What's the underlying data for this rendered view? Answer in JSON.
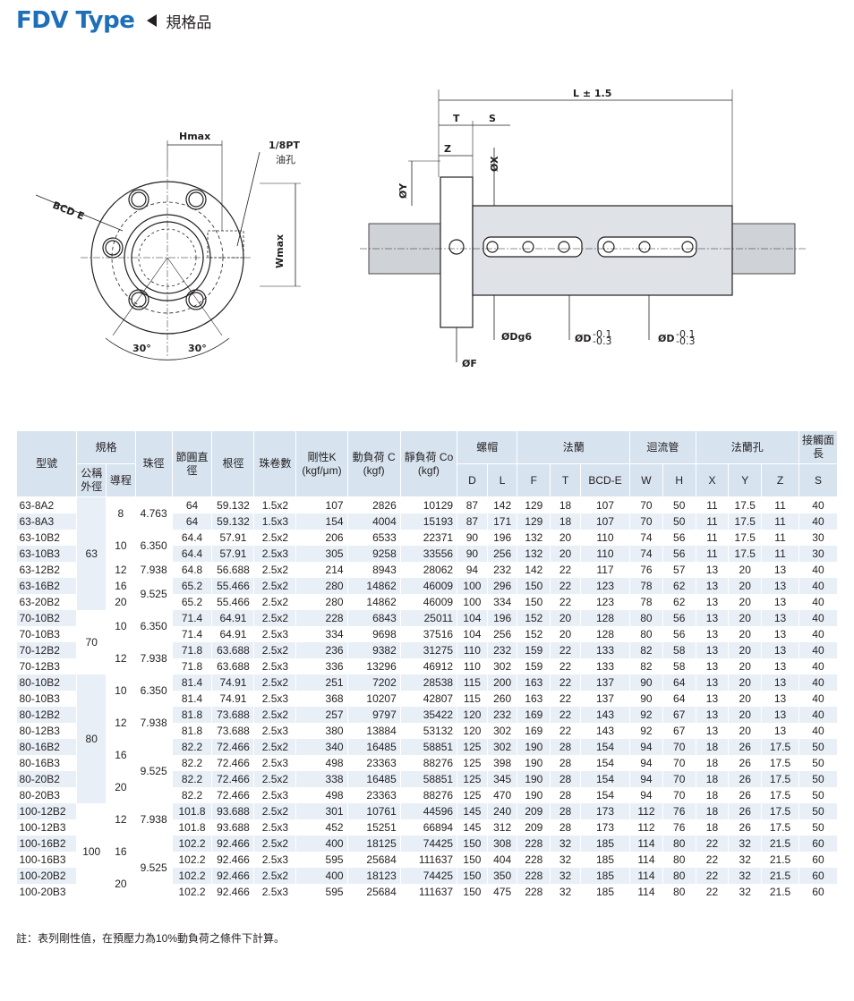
{
  "header": {
    "title": "FDV Type",
    "subtitle": "規格品"
  },
  "drawing": {
    "hmax": "Hmax",
    "pt": "1/8PT",
    "oil": "油孔",
    "bcd": "BCD E",
    "wmax": "Wmax",
    "angle1": "30°",
    "angle2": "30°",
    "length": "L ± 1.5",
    "t": "T",
    "s": "S",
    "z": "Z",
    "x": "ØX",
    "y": "ØY",
    "dg6": "ØDg6",
    "d1": "ØD",
    "d1tol": "-0.1",
    "d1tol2": "-0.3",
    "d2": "ØD",
    "d2tol": "-0.1",
    "d2tol2": "-0.3",
    "f": "ØF"
  },
  "table": {
    "h_model": "型號",
    "h_spec": "規格",
    "h_nominal": "公稱外徑",
    "h_lead": "導程",
    "h_ball": "珠徑",
    "h_pcd": "節圓直徑",
    "h_root": "根徑",
    "h_turns": "珠卷數",
    "h_stiff": "剛性K (kgf/μm)",
    "h_dyn": "動負荷 C (kgf)",
    "h_stat": "靜負荷 Co (kgf)",
    "h_nut": "螺帽",
    "h_flange": "法蘭",
    "h_return": "迴流管",
    "h_holes": "法蘭孔",
    "h_contact": "接觸面長",
    "h_D": "D",
    "h_L": "L",
    "h_F": "F",
    "h_T": "T",
    "h_BCDE": "BCD-E",
    "h_W": "W",
    "h_H": "H",
    "h_X": "X",
    "h_Y": "Y",
    "h_Z": "Z",
    "h_S": "S",
    "rows": [
      [
        "63-8A2",
        "64",
        "59.132",
        "1.5x2",
        "107",
        "2826",
        "10129",
        "87",
        "142",
        "129",
        "18",
        "107",
        "70",
        "50",
        "11",
        "17.5",
        "11",
        "40"
      ],
      [
        "63-8A3",
        "64",
        "59.132",
        "1.5x3",
        "154",
        "4004",
        "15193",
        "87",
        "171",
        "129",
        "18",
        "107",
        "70",
        "50",
        "11",
        "17.5",
        "11",
        "40"
      ],
      [
        "63-10B2",
        "64.4",
        "57.91",
        "2.5x2",
        "206",
        "6533",
        "22371",
        "90",
        "196",
        "132",
        "20",
        "110",
        "74",
        "56",
        "11",
        "17.5",
        "11",
        "30"
      ],
      [
        "63-10B3",
        "64.4",
        "57.91",
        "2.5x3",
        "305",
        "9258",
        "33556",
        "90",
        "256",
        "132",
        "20",
        "110",
        "74",
        "56",
        "11",
        "17.5",
        "11",
        "30"
      ],
      [
        "63-12B2",
        "64.8",
        "56.688",
        "2.5x2",
        "214",
        "8943",
        "28062",
        "94",
        "232",
        "142",
        "22",
        "117",
        "76",
        "57",
        "13",
        "20",
        "13",
        "40"
      ],
      [
        "63-16B2",
        "65.2",
        "55.466",
        "2.5x2",
        "280",
        "14862",
        "46009",
        "100",
        "296",
        "150",
        "22",
        "123",
        "78",
        "62",
        "13",
        "20",
        "13",
        "40"
      ],
      [
        "63-20B2",
        "65.2",
        "55.466",
        "2.5x2",
        "280",
        "14862",
        "46009",
        "100",
        "334",
        "150",
        "22",
        "123",
        "78",
        "62",
        "13",
        "20",
        "13",
        "40"
      ],
      [
        "70-10B2",
        "71.4",
        "64.91",
        "2.5x2",
        "228",
        "6843",
        "25011",
        "104",
        "196",
        "152",
        "20",
        "128",
        "80",
        "56",
        "13",
        "20",
        "13",
        "40"
      ],
      [
        "70-10B3",
        "71.4",
        "64.91",
        "2.5x3",
        "334",
        "9698",
        "37516",
        "104",
        "256",
        "152",
        "20",
        "128",
        "80",
        "56",
        "13",
        "20",
        "13",
        "40"
      ],
      [
        "70-12B2",
        "71.8",
        "63.688",
        "2.5x2",
        "236",
        "9382",
        "31275",
        "110",
        "232",
        "159",
        "22",
        "133",
        "82",
        "58",
        "13",
        "20",
        "13",
        "40"
      ],
      [
        "70-12B3",
        "71.8",
        "63.688",
        "2.5x3",
        "336",
        "13296",
        "46912",
        "110",
        "302",
        "159",
        "22",
        "133",
        "82",
        "58",
        "13",
        "20",
        "13",
        "40"
      ],
      [
        "80-10B2",
        "81.4",
        "74.91",
        "2.5x2",
        "251",
        "7202",
        "28538",
        "115",
        "200",
        "163",
        "22",
        "137",
        "90",
        "64",
        "13",
        "20",
        "13",
        "40"
      ],
      [
        "80-10B3",
        "81.4",
        "74.91",
        "2.5x3",
        "368",
        "10207",
        "42807",
        "115",
        "260",
        "163",
        "22",
        "137",
        "90",
        "64",
        "13",
        "20",
        "13",
        "40"
      ],
      [
        "80-12B2",
        "81.8",
        "73.688",
        "2.5x2",
        "257",
        "9797",
        "35422",
        "120",
        "232",
        "169",
        "22",
        "143",
        "92",
        "67",
        "13",
        "20",
        "13",
        "40"
      ],
      [
        "80-12B3",
        "81.8",
        "73.688",
        "2.5x3",
        "380",
        "13884",
        "53132",
        "120",
        "302",
        "169",
        "22",
        "143",
        "92",
        "67",
        "13",
        "20",
        "13",
        "40"
      ],
      [
        "80-16B2",
        "82.2",
        "72.466",
        "2.5x2",
        "340",
        "16485",
        "58851",
        "125",
        "302",
        "190",
        "28",
        "154",
        "94",
        "70",
        "18",
        "26",
        "17.5",
        "50"
      ],
      [
        "80-16B3",
        "82.2",
        "72.466",
        "2.5x3",
        "498",
        "23363",
        "88276",
        "125",
        "398",
        "190",
        "28",
        "154",
        "94",
        "70",
        "18",
        "26",
        "17.5",
        "50"
      ],
      [
        "80-20B2",
        "82.2",
        "72.466",
        "2.5x2",
        "338",
        "16485",
        "58851",
        "125",
        "345",
        "190",
        "28",
        "154",
        "94",
        "70",
        "18",
        "26",
        "17.5",
        "50"
      ],
      [
        "80-20B3",
        "82.2",
        "72.466",
        "2.5x3",
        "498",
        "23363",
        "88276",
        "125",
        "470",
        "190",
        "28",
        "154",
        "94",
        "70",
        "18",
        "26",
        "17.5",
        "50"
      ],
      [
        "100-12B2",
        "101.8",
        "93.688",
        "2.5x2",
        "301",
        "10761",
        "44596",
        "145",
        "240",
        "209",
        "28",
        "173",
        "112",
        "76",
        "18",
        "26",
        "17.5",
        "50"
      ],
      [
        "100-12B3",
        "101.8",
        "93.688",
        "2.5x3",
        "452",
        "15251",
        "66894",
        "145",
        "312",
        "209",
        "28",
        "173",
        "112",
        "76",
        "18",
        "26",
        "17.5",
        "50"
      ],
      [
        "100-16B2",
        "102.2",
        "92.466",
        "2.5x2",
        "400",
        "18125",
        "74425",
        "150",
        "308",
        "228",
        "32",
        "185",
        "114",
        "80",
        "22",
        "32",
        "21.5",
        "60"
      ],
      [
        "100-16B3",
        "102.2",
        "92.466",
        "2.5x3",
        "595",
        "25684",
        "111637",
        "150",
        "404",
        "228",
        "32",
        "185",
        "114",
        "80",
        "22",
        "32",
        "21.5",
        "60"
      ],
      [
        "100-20B2",
        "102.2",
        "92.466",
        "2.5x2",
        "400",
        "18123",
        "74425",
        "150",
        "350",
        "228",
        "32",
        "185",
        "114",
        "80",
        "22",
        "32",
        "21.5",
        "60"
      ],
      [
        "100-20B3",
        "102.2",
        "92.466",
        "2.5x3",
        "595",
        "25684",
        "111637",
        "150",
        "475",
        "228",
        "32",
        "185",
        "114",
        "80",
        "22",
        "32",
        "21.5",
        "60"
      ]
    ],
    "nominal_groups": [
      "63",
      "70",
      "80",
      "100"
    ],
    "lead_groups": [
      "8",
      "10",
      "12",
      "16",
      "20",
      "10",
      "12",
      "10",
      "12",
      "16",
      "20",
      "12",
      "16",
      "20"
    ],
    "ball_groups": [
      "4.763",
      "6.350",
      "7.938",
      "9.525",
      "6.350",
      "7.938",
      "6.350",
      "7.938",
      "9.525",
      "7.938",
      "9.525"
    ]
  },
  "note": "註：表列剛性值，在預壓力為10%動負荷之條件下計算。"
}
